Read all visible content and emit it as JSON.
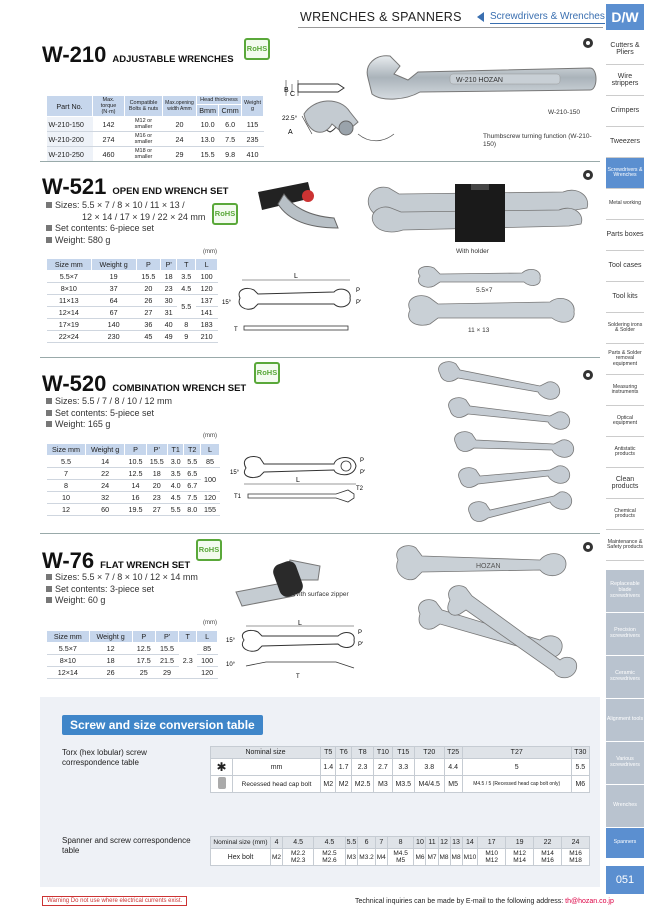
{
  "header": {
    "title": "WRENCHES & SPANNERS",
    "subtitle": "Screwdrivers & Wrenches",
    "section": "D/W"
  },
  "sidebar": [
    {
      "label": "Cutters & Pliers",
      "small": false,
      "active": false
    },
    {
      "label": "Wire strippers",
      "small": false,
      "active": false
    },
    {
      "label": "Crimpers",
      "small": false,
      "active": false
    },
    {
      "label": "Tweezers",
      "small": false,
      "active": false
    },
    {
      "label": "Screwdrivers & Wrenches",
      "small": true,
      "active": true
    },
    {
      "label": "Metal working",
      "small": true,
      "active": false
    },
    {
      "label": "Parts boxes",
      "small": false,
      "active": false
    },
    {
      "label": "Tool cases",
      "small": false,
      "active": false
    },
    {
      "label": "Tool kits",
      "small": false,
      "active": false
    },
    {
      "label": "Soldering irons & Solder",
      "small": true,
      "active": false
    },
    {
      "label": "Parts & Solder removal equipment",
      "small": true,
      "active": false
    },
    {
      "label": "Measuring instruments",
      "small": true,
      "active": false
    },
    {
      "label": "Optical equipment",
      "small": true,
      "active": false
    },
    {
      "label": "Antistatic products",
      "small": true,
      "active": false
    },
    {
      "label": "Clean products",
      "small": false,
      "active": false
    },
    {
      "label": "Chemical products",
      "small": true,
      "active": false
    },
    {
      "label": "Maintenance & Safety products",
      "small": true,
      "active": false
    }
  ],
  "sidebar2": [
    {
      "label": "Replaceable blade screwdrivers"
    },
    {
      "label": "Precision screwdrivers"
    },
    {
      "label": "Ceramic screwdrivers"
    },
    {
      "label": "Alignment tools"
    },
    {
      "label": "Various screwdrivers"
    },
    {
      "label": "Wrenches"
    },
    {
      "label": "Spanners"
    }
  ],
  "w210": {
    "code": "W-210",
    "name": "ADJUSTABLE WRENCHES",
    "rohs": "RoHS",
    "headers": [
      "Part No.",
      "Max. torque (N·m)",
      "Compatible Bolts & nuts",
      "Max.opening width Amm",
      "Head thickness",
      "Weight g"
    ],
    "subheaders": [
      "Bmm",
      "Cmm"
    ],
    "rows": [
      [
        "W-210-150",
        "142",
        "M12 or smaller",
        "20",
        "10.0",
        "6.0",
        "115"
      ],
      [
        "W-210-200",
        "274",
        "M16 or smaller",
        "24",
        "13.0",
        "7.5",
        "235"
      ],
      [
        "W-210-250",
        "460",
        "M18 or smaller",
        "29",
        "15.5",
        "9.8",
        "410"
      ]
    ],
    "photo_label": "W-210-150",
    "wrench_text": "W-210 HOZAN",
    "caption": "Thumbscrew turning function (W-210-150)",
    "angle": "22.5°",
    "dim_b": "B",
    "dim_c": "C",
    "dim_a": "A"
  },
  "w521": {
    "code": "W-521",
    "name": "OPEN END WRENCH SET",
    "rohs": "RoHS",
    "specs": [
      "Sizes: 5.5 × 7 / 8 × 10 / 11 × 13 /",
      "12 × 14 / 17 × 19 / 22 × 24 mm",
      "Set contents: 6-piece set",
      "Weight: 580 g"
    ],
    "unit": "(mm)",
    "headers": [
      "Size mm",
      "Weight g",
      "P",
      "P'",
      "T",
      "L"
    ],
    "rows": [
      [
        "5.5×7",
        "19",
        "15.5",
        "18",
        "3.5",
        "100"
      ],
      [
        "8×10",
        "37",
        "20",
        "23",
        "4.5",
        "120"
      ],
      [
        "11×13",
        "64",
        "26",
        "30",
        "5.5",
        "137"
      ],
      [
        "12×14",
        "67",
        "27",
        "31",
        "",
        "141"
      ],
      [
        "17×19",
        "140",
        "36",
        "40",
        "8",
        "183"
      ],
      [
        "22×24",
        "230",
        "45",
        "49",
        "9",
        "210"
      ]
    ],
    "holder_caption": "With holder",
    "small_caption": "5.5×7",
    "big_caption": "11 × 13",
    "dim_l": "L",
    "dim_p": "P",
    "dim_p2": "P'",
    "angle": "15°",
    "dim_t": "T"
  },
  "w520": {
    "code": "W-520",
    "name": "COMBINATION WRENCH SET",
    "rohs": "RoHS",
    "specs": [
      "Sizes: 5.5 / 7 / 8 / 10 / 12 mm",
      "Set contents: 5-piece set",
      "Weight: 165 g"
    ],
    "unit": "(mm)",
    "headers": [
      "Size mm",
      "Weight g",
      "P",
      "P'",
      "T1",
      "T2",
      "L"
    ],
    "rows": [
      [
        "5.5",
        "14",
        "10.5",
        "15.5",
        "3.0",
        "5.5",
        "85"
      ],
      [
        "7",
        "22",
        "12.5",
        "18",
        "3.5",
        "6.5",
        ""
      ],
      [
        "8",
        "24",
        "14",
        "20",
        "4.0",
        "6.7",
        "100"
      ],
      [
        "10",
        "32",
        "16",
        "23",
        "4.5",
        "7.5",
        "120"
      ],
      [
        "12",
        "60",
        "19.5",
        "27",
        "5.5",
        "8.0",
        "155"
      ]
    ],
    "dim_l": "L",
    "dim_p": "P",
    "dim_p2": "P'",
    "angle": "15°",
    "dim_t1": "T1",
    "dim_t2": "T2"
  },
  "w76": {
    "code": "W-76",
    "name": "FLAT WRENCH SET",
    "rohs": "RoHS",
    "specs": [
      "Sizes: 5.5 × 7 / 8 × 10 / 12 × 14 mm",
      "Set contents: 3-piece set",
      "Weight: 60 g"
    ],
    "unit": "(mm)",
    "headers": [
      "Size mm",
      "Weight g",
      "P",
      "P'",
      "T",
      "L"
    ],
    "rows": [
      [
        "5.5×7",
        "12",
        "12.5",
        "15.5",
        "",
        "85"
      ],
      [
        "8×10",
        "18",
        "17.5",
        "21.5",
        "2.3",
        "100"
      ],
      [
        "12×14",
        "26",
        "25",
        "29",
        "",
        "120"
      ]
    ],
    "zipper_caption": "With surface zipper",
    "wrench_text": "HOZAN",
    "dim_l": "L",
    "dim_p": "P",
    "dim_p2": "P'",
    "angle": "15°",
    "angle2": "10°",
    "dim_t": "T"
  },
  "conversion": {
    "title": "Screw and size conversion table",
    "torx_label": "Torx (hex lobular) screw correspondence table",
    "torx_head": "Nominal size",
    "torx_sizes": [
      "T5",
      "T6",
      "T8",
      "T10",
      "T15",
      "T20",
      "T25",
      "T27",
      "T30"
    ],
    "torx_row1_label": "mm",
    "torx_mm": [
      "1.4",
      "1.7",
      "2.3",
      "2.7",
      "3.3",
      "3.8",
      "4.4",
      "5",
      "5.5"
    ],
    "torx_row2_label": "Recessed head cap bolt",
    "torx_bolt": [
      "M2",
      "M2",
      "M2.5",
      "M3",
      "M3.5",
      "M4/4.5",
      "M5",
      "M4.5 / 5 (Recessed head cap bolt only)",
      "M6"
    ],
    "spanner_label": "Spanner and screw correspondence table",
    "spanner_head": "Nominal size (mm)",
    "spanner_sizes": [
      "4",
      "4.5",
      "4.5",
      "5.5",
      "6",
      "7",
      "8",
      "10",
      "11",
      "12",
      "13",
      "14",
      "17",
      "19",
      "22",
      "24"
    ],
    "spanner_row_label": "Hex bolt",
    "spanner_bolts": [
      "M2",
      "M2.2 M2.3",
      "M2.5 M2.6",
      "M3",
      "M3.2",
      "M4",
      "M4.5 M5",
      "M6",
      "M7",
      "M8",
      "M8",
      "M10",
      "M10 M12",
      "M12 M14",
      "M14 M16",
      "M16 M18"
    ]
  },
  "footer": {
    "warning": "Warning  Do not use where electrical currents exist.",
    "info": "Technical inquiries can be made by E-mail to the following address:",
    "email": "th@hozan.co.jp",
    "page": "051"
  }
}
